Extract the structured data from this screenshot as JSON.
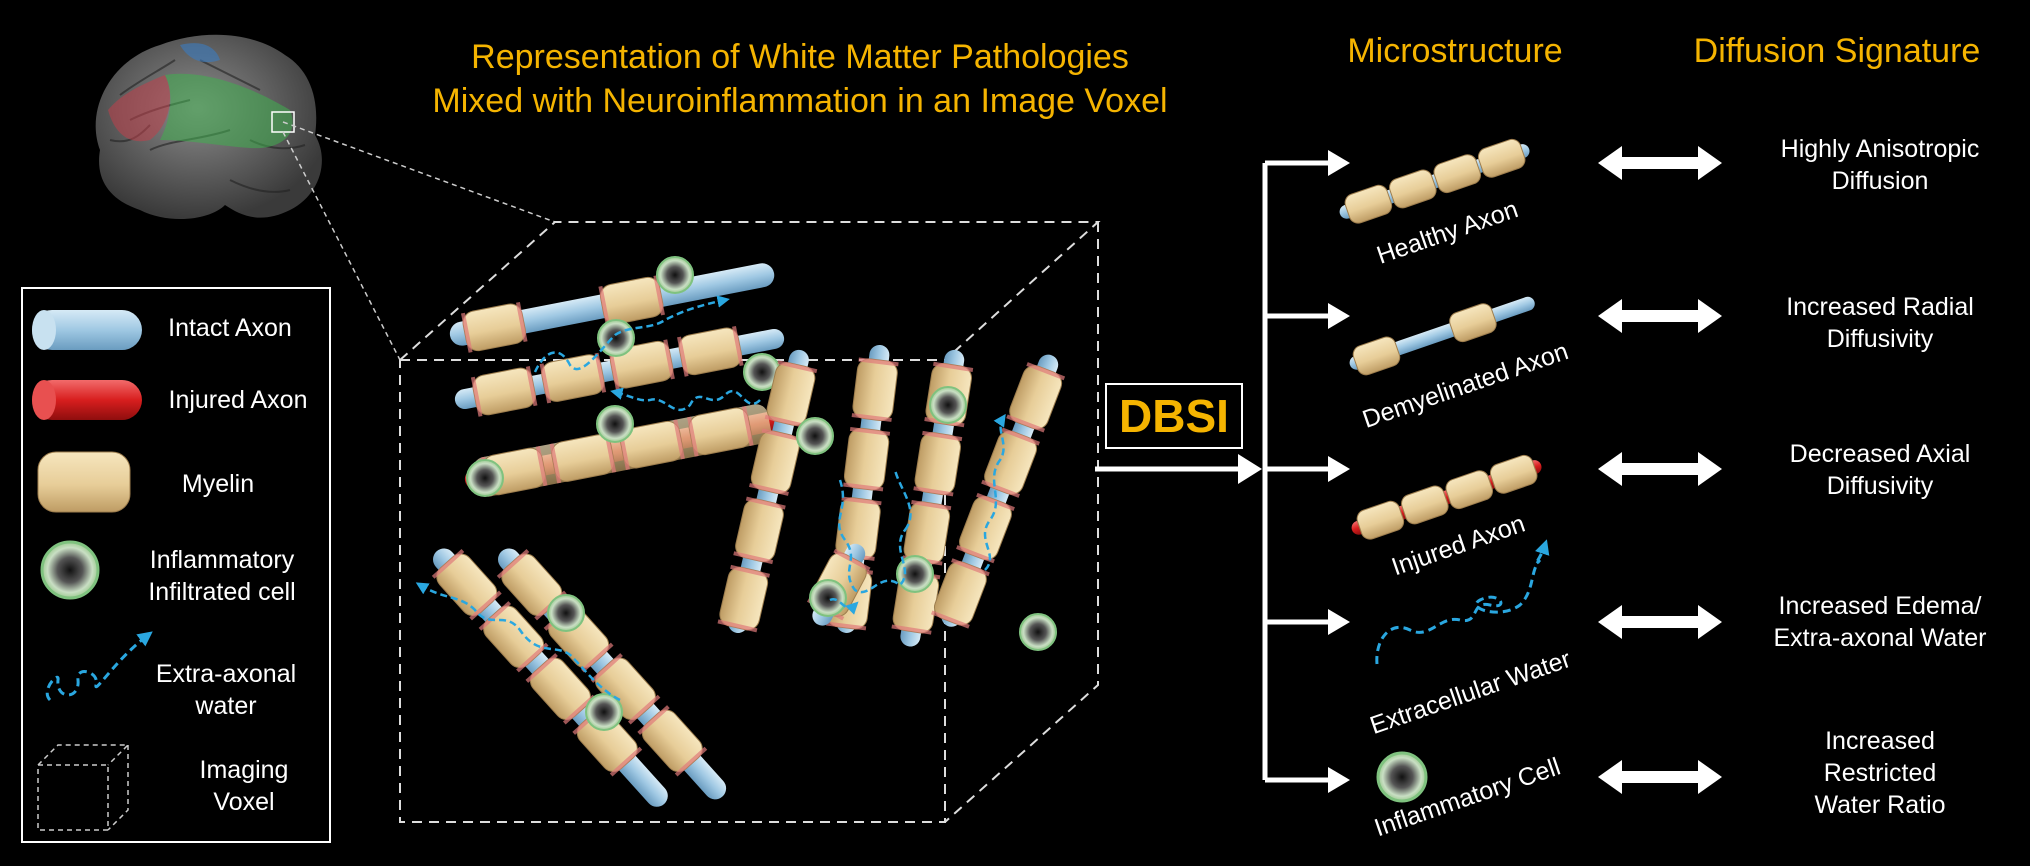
{
  "title": {
    "line1": "Representation of White Matter Pathologies",
    "line2": "Mixed with Neuroinflammation in an Image Voxel"
  },
  "headers": {
    "microstructure": "Microstructure",
    "signature": "Diffusion Signature"
  },
  "method": "DBSI",
  "legend": [
    {
      "icon": "intact-axon-icon",
      "lines": [
        "Intact Axon"
      ]
    },
    {
      "icon": "injured-axon-icon",
      "lines": [
        "Injured Axon"
      ]
    },
    {
      "icon": "myelin-icon",
      "lines": [
        "Myelin"
      ]
    },
    {
      "icon": "inflammatory-cell-icon",
      "lines": [
        "Inflammatory",
        "Infiltrated cell"
      ]
    },
    {
      "icon": "extra-axonal-water-icon",
      "lines": [
        "Extra-axonal",
        "water"
      ]
    },
    {
      "icon": "imaging-voxel-icon",
      "lines": [
        "Imaging",
        "Voxel"
      ]
    }
  ],
  "rows": [
    {
      "label": "Healthy Axon",
      "signature": [
        "Highly Anisotropic",
        "Diffusion"
      ]
    },
    {
      "label": "Demyelinated Axon",
      "signature": [
        "Increased Radial",
        "Diffusivity"
      ]
    },
    {
      "label": "Injured Axon",
      "signature": [
        "Decreased Axial",
        "Diffusivity"
      ]
    },
    {
      "label": "Extracellular Water",
      "signature": [
        "Increased Edema/",
        "Extra-axonal Water"
      ]
    },
    {
      "label": "Inflammatory Cell",
      "signature": [
        "Increased",
        "Restricted",
        "Water Ratio"
      ]
    }
  ],
  "colors": {
    "accent": "#F5B400",
    "intact_axon": "#9FC8E3",
    "injured_axon": "#D81E1E",
    "myelin": "#E7CD98",
    "water": "#2AA7E0",
    "cell_ring": "#7FC27F"
  }
}
